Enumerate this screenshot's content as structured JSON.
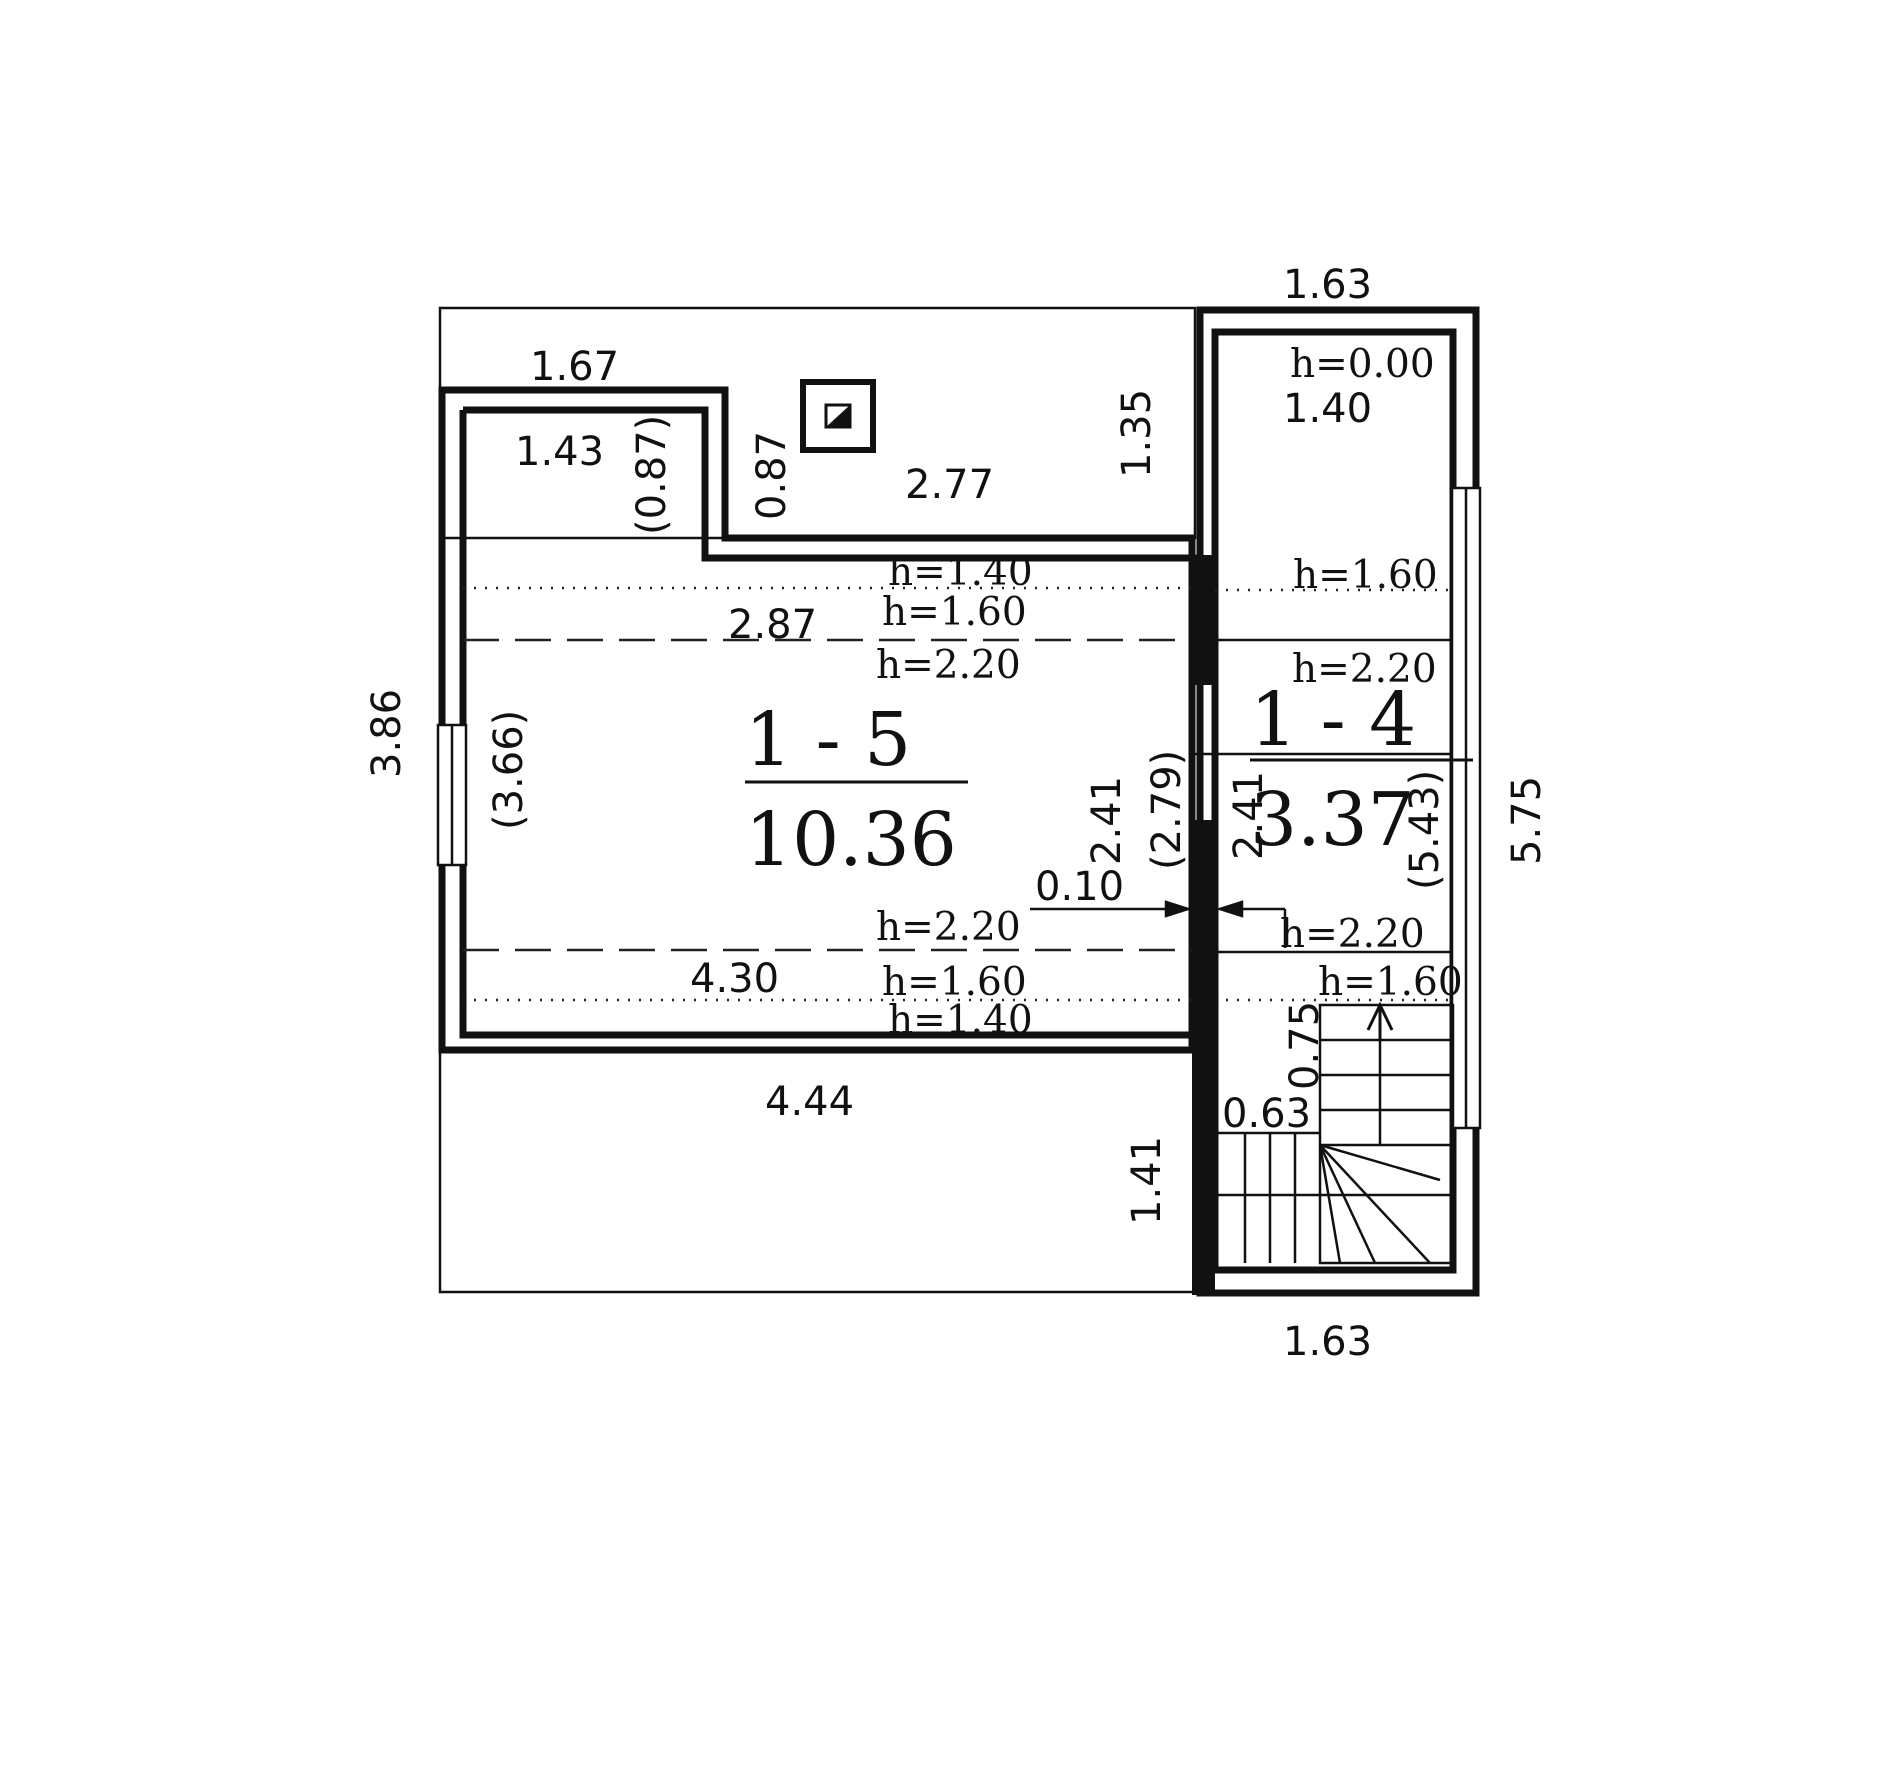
{
  "rooms": [
    {
      "number": "1 - 5",
      "area": "10.36"
    },
    {
      "number": "1 - 4",
      "area": "3.37"
    }
  ],
  "dimensions": {
    "top_right_width": "1.63",
    "bottom_right_width": "1.63",
    "top_left_width": "1.67",
    "small_room_width": "1.43",
    "small_room_height_inner": "(0.87)",
    "chimney_offset": "0.87",
    "top_middle_width": "2.77",
    "top_middle_height": "1.35",
    "right_top_width": "1.40",
    "left_height": "3.86",
    "left_height_inner": "(3.66)",
    "room_width_top": "2.87",
    "room_width_bottom": "4.30",
    "bottom_width": "4.44",
    "bottom_height": "1.41",
    "partition_left": "2.41",
    "partition_left_inner": "(2.79)",
    "partition_right": "2.41",
    "right_height": "5.75",
    "right_height_inner": "(5.43)",
    "partition_thickness": "0.10",
    "stair_width": "0.75",
    "stair_depth": "0.63"
  },
  "heights": {
    "h_000": "h=0.00",
    "h_140": "h=1.40",
    "h_160": "h=1.60",
    "h_220": "h=2.20"
  },
  "colors": {
    "line": "#111111",
    "background": "#ffffff"
  }
}
